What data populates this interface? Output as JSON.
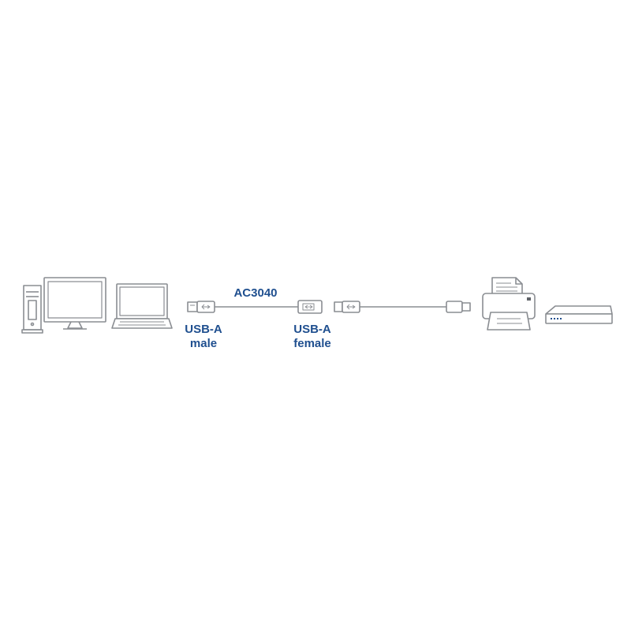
{
  "product_code": "AC3040",
  "connectors": [
    {
      "type": "USB-A",
      "gender": "male"
    },
    {
      "type": "USB-A",
      "gender": "female"
    }
  ],
  "devices": [
    "desktop-tower",
    "monitor",
    "laptop",
    "printer",
    "network-switch"
  ],
  "colors": {
    "label": "#1f4f8f",
    "outline": "#8a8d92",
    "fill": "#ffffff",
    "dark": "#5f6368"
  }
}
